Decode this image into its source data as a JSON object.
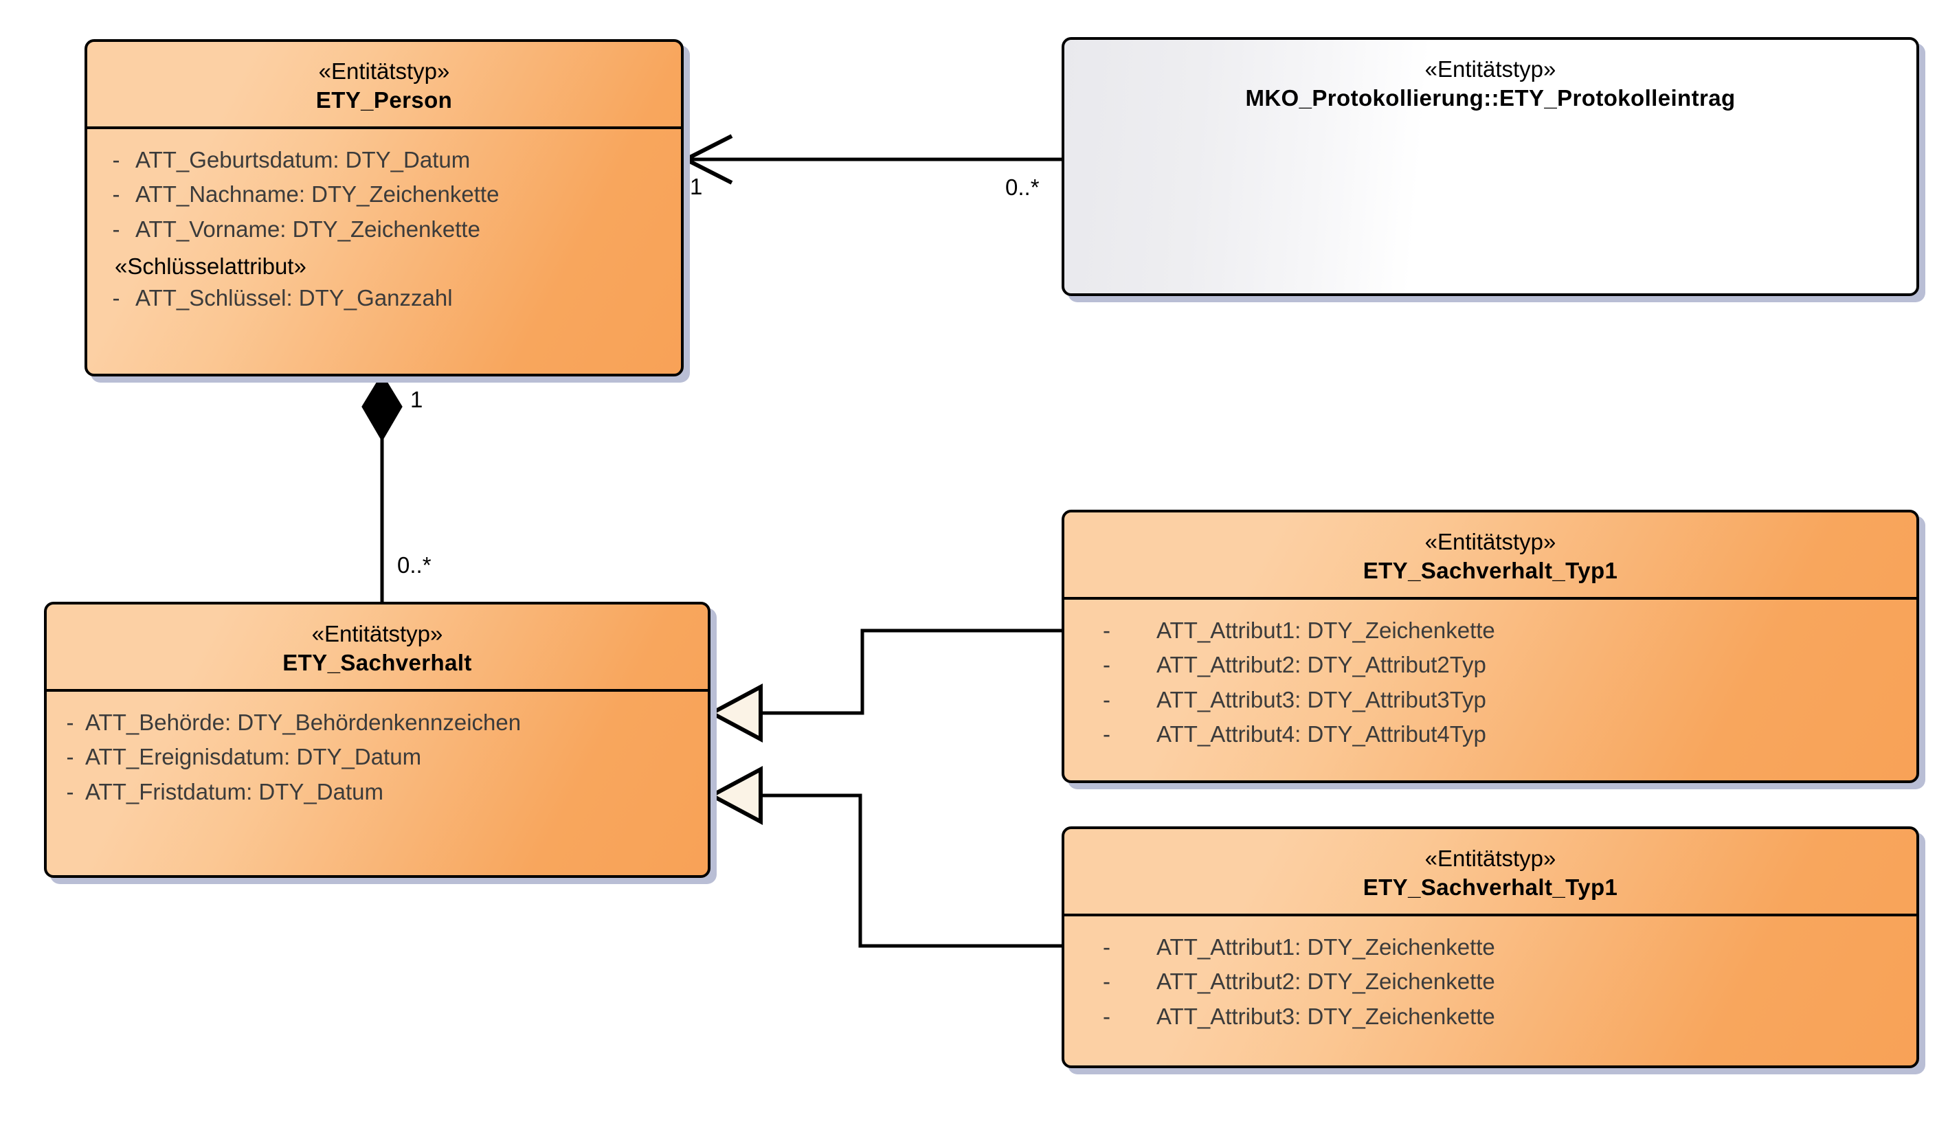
{
  "diagram": {
    "type": "uml-class-diagram",
    "title": "",
    "background_color": "#ffffff",
    "entity_fill_light": "#fcd0a4",
    "entity_fill_dark": "#f8a257",
    "reference_fill": "#ffffff",
    "border_color": "#000000",
    "shadow_color": "#b9bed5",
    "attribute_text_color": "#3b3b3b"
  },
  "classes": {
    "person": {
      "stereotype": "«Entitätstyp»",
      "name": "ETY_Person",
      "kind": "entity",
      "attributes": [
        {
          "visibility": "-",
          "text": "ATT_Geburtsdatum: DTY_Datum"
        },
        {
          "visibility": "-",
          "text": "ATT_Nachname: DTY_Zeichenkette"
        },
        {
          "visibility": "-",
          "text": "ATT_Vorname: DTY_Zeichenkette"
        }
      ],
      "group_label": "«Schlüsselattribut»",
      "key_attributes": [
        {
          "visibility": "-",
          "text": "ATT_Schlüssel: DTY_Ganzzahl"
        }
      ]
    },
    "protokolleintrag": {
      "stereotype": "«Entitätstyp»",
      "name": "MKO_Protokollierung::ETY_Protokolleintrag",
      "kind": "reference",
      "attributes": []
    },
    "sachverhalt": {
      "stereotype": "«Entitätstyp»",
      "name": "ETY_Sachverhalt",
      "kind": "entity",
      "attributes": [
        {
          "visibility": "-",
          "text": "ATT_Behörde: DTY_Behördenkennzeichen"
        },
        {
          "visibility": "-",
          "text": "ATT_Ereignisdatum: DTY_Datum"
        },
        {
          "visibility": "-",
          "text": "ATT_Fristdatum: DTY_Datum"
        }
      ]
    },
    "typ1_a": {
      "stereotype": "«Entitätstyp»",
      "name": "ETY_Sachverhalt_Typ1",
      "kind": "entity",
      "attributes": [
        {
          "visibility": "-",
          "text": "ATT_Attribut1: DTY_Zeichenkette"
        },
        {
          "visibility": "-",
          "text": "ATT_Attribut2: DTY_Attribut2Typ"
        },
        {
          "visibility": "-",
          "text": "ATT_Attribut3: DTY_Attribut3Typ"
        },
        {
          "visibility": "-",
          "text": "ATT_Attribut4: DTY_Attribut4Typ"
        }
      ]
    },
    "typ1_b": {
      "stereotype": "«Entitätstyp»",
      "name": "ETY_Sachverhalt_Typ1",
      "kind": "entity",
      "attributes": [
        {
          "visibility": "-",
          "text": "ATT_Attribut1: DTY_Zeichenkette"
        },
        {
          "visibility": "-",
          "text": "ATT_Attribut2: DTY_Zeichenkette"
        },
        {
          "visibility": "-",
          "text": "ATT_Attribut3: DTY_Zeichenkette"
        }
      ]
    }
  },
  "relationships": {
    "person_protokolleintrag": {
      "kind": "association",
      "arrow": "open-arrowhead",
      "source_multiplicity": "0..*",
      "target_multiplicity": "1"
    },
    "person_sachverhalt": {
      "kind": "composition",
      "arrow": "filled-diamond",
      "whole_multiplicity": "1",
      "part_multiplicity": "0..*"
    },
    "typ1_a_sachverhalt": {
      "kind": "generalization",
      "arrow": "hollow-triangle"
    },
    "typ1_b_sachverhalt": {
      "kind": "generalization",
      "arrow": "hollow-triangle"
    }
  }
}
